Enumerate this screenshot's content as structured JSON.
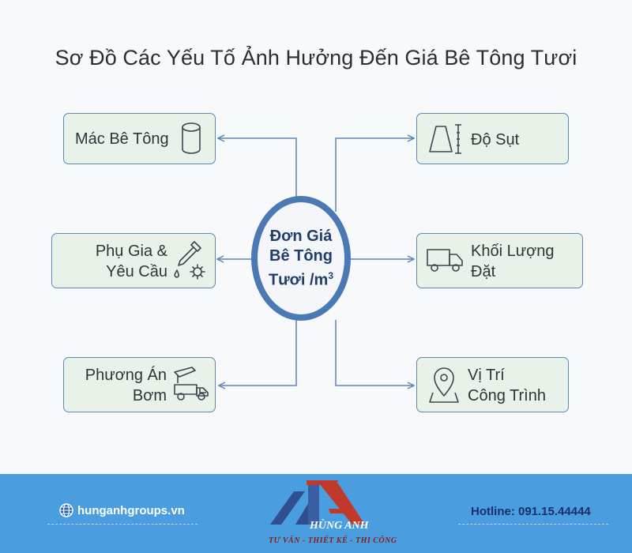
{
  "title": "Sơ Đồ Các Yếu Tố Ảnh Hưởng Đến Giá Bê Tông Tươi",
  "center": {
    "line1": "Đơn Giá",
    "line2": "Bê Tông",
    "line3": "Tươi /m",
    "sup": "3"
  },
  "factors": {
    "mac": {
      "label": "Mác Bê Tông",
      "icon": "cylinder-icon"
    },
    "phugia_1": "Phụ Gia &",
    "phugia_2": "Yêu Cầu",
    "phuongan_1": "Phương Án",
    "phuongan_2": "Bơm",
    "dosut": "Độ Sụt",
    "khoiluong_1": "Khối Lượng",
    "khoiluong_2": "Đặt",
    "vitri_1": "Vị Trí",
    "vitri_2": "Công Trình"
  },
  "footer": {
    "website": "hunganhgroups.vn",
    "hotline": "Hotline: 091.15.44444",
    "brand": "HÙNG ANH",
    "slogan": "TƯ VẤN - THIẾT KẾ - THI CÔNG"
  },
  "colors": {
    "box_bg": "#e9f2e8",
    "box_border": "#5f86b5",
    "ring": "#4a79b4",
    "footer_bg": "#4a9ee0",
    "logo_red": "#c0392b",
    "logo_blue": "#2f4f8f"
  }
}
